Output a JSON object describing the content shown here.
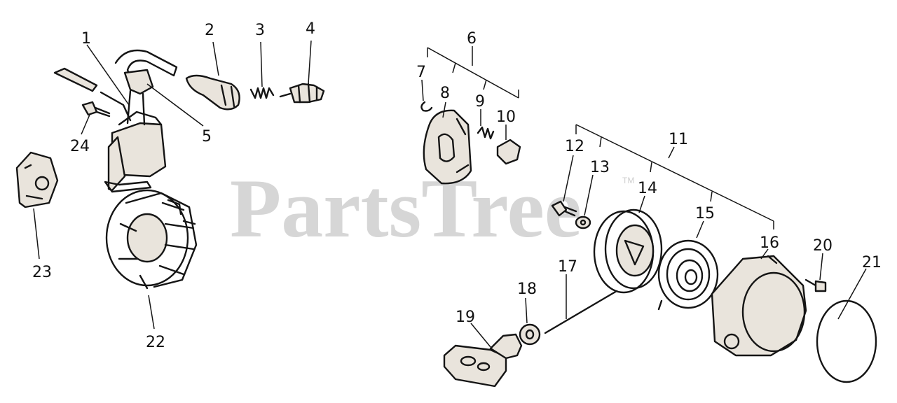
{
  "watermark": {
    "text": "PartsTree",
    "trademark": "TM"
  },
  "callouts": [
    "1",
    "2",
    "3",
    "4",
    "5",
    "6",
    "7",
    "8",
    "9",
    "10",
    "11",
    "12",
    "13",
    "14",
    "15",
    "16",
    "17",
    "18",
    "19",
    "20",
    "21",
    "22",
    "23",
    "24"
  ],
  "icons": [
    "ignition-coil",
    "spark-plug-boot",
    "terminal-spring",
    "spark-plug",
    "ground-wire",
    "clutch-assembly",
    "e-clip",
    "clutch-shoe",
    "clutch-spring",
    "clutch-weight",
    "recoil-starter-assembly",
    "screw",
    "washer",
    "pulley",
    "recoil-spring",
    "starter-housing",
    "starter-rope",
    "rope-grommet",
    "starter-handle",
    "bolt",
    "gasket",
    "flywheel",
    "module",
    "mounting-screw"
  ],
  "colors": {
    "line_art": "#151515",
    "watermark": "#cfcfcf",
    "background": "#ffffff"
  }
}
